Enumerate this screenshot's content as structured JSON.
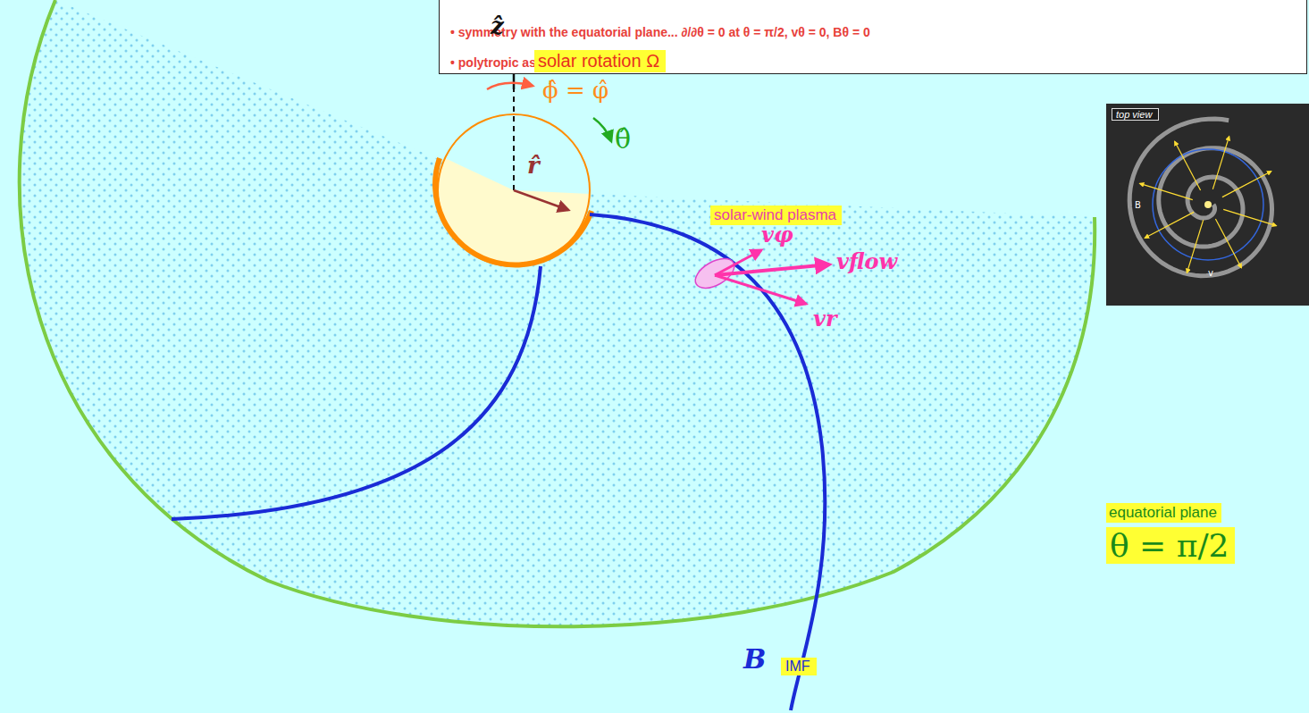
{
  "diagram": {
    "nodes": [
      {
        "text": [
          "• symmetry with the equatorial plane... ∂/∂θ = 0 at θ = π/2, vθ = 0, Bθ = 0",
          "• polytropic assumption... p ∝ ρα"
        ]
      },
      {
        "text": [
          "solar rotation Ω"
        ]
      },
      {
        "text": [
          "solar-wind plasma"
        ]
      },
      {
        "text": [
          "equatorial plane"
        ]
      },
      {
        "text": [
          "θ = π/2"
        ]
      },
      {
        "text": [
          "IMF"
        ]
      },
      {
        "text": [
          "top view"
        ]
      }
    ],
    "labels": [
      "ẑ",
      "ϕ̂ = φ̂",
      "θ̂",
      "r̂",
      "vφ",
      "vflow",
      "vr",
      "B",
      "B",
      "v"
    ]
  }
}
